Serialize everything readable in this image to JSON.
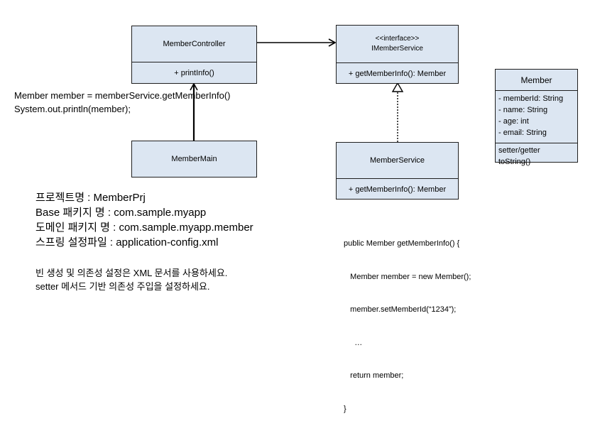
{
  "classes": {
    "member_controller": {
      "name": "MemberController",
      "method": "+ printInfo()"
    },
    "imember_service": {
      "stereotype": "<<interface>>",
      "name": "IMemberService",
      "method": "+ getMemberInfo(): Member"
    },
    "member_main": {
      "name": "MemberMain"
    },
    "member_service": {
      "name": "MemberService",
      "method": "+ getMemberInfo(): Member"
    },
    "member": {
      "name": "Member",
      "fields": [
        "- memberId: String",
        "- name: String",
        "- age: int",
        "- email: String"
      ],
      "methods": [
        "setter/getter",
        "toString()"
      ]
    }
  },
  "notes": {
    "controller_code": [
      "Member member = memberService.getMemberInfo()",
      "System.out.println(member);"
    ],
    "project_info": [
      "프로젝트명 : MemberPrj",
      "Base 패키지 명 : com.sample.myapp",
      "도메인 패키지 명 : com.sample.myapp.member",
      "스프링 설정파일 : application-config.xml"
    ],
    "instructions": [
      "빈 생성 및 의존성 설정은 XML 문서를 사용하세요.",
      "setter 메서드 기반 의존성 주입을 설정하세요."
    ],
    "service_code": [
      "public Member getMemberInfo() {",
      "   Member member = new Member();",
      "   member.setMemberId(“1234”);",
      "     …",
      "   return member;",
      "}"
    ]
  }
}
